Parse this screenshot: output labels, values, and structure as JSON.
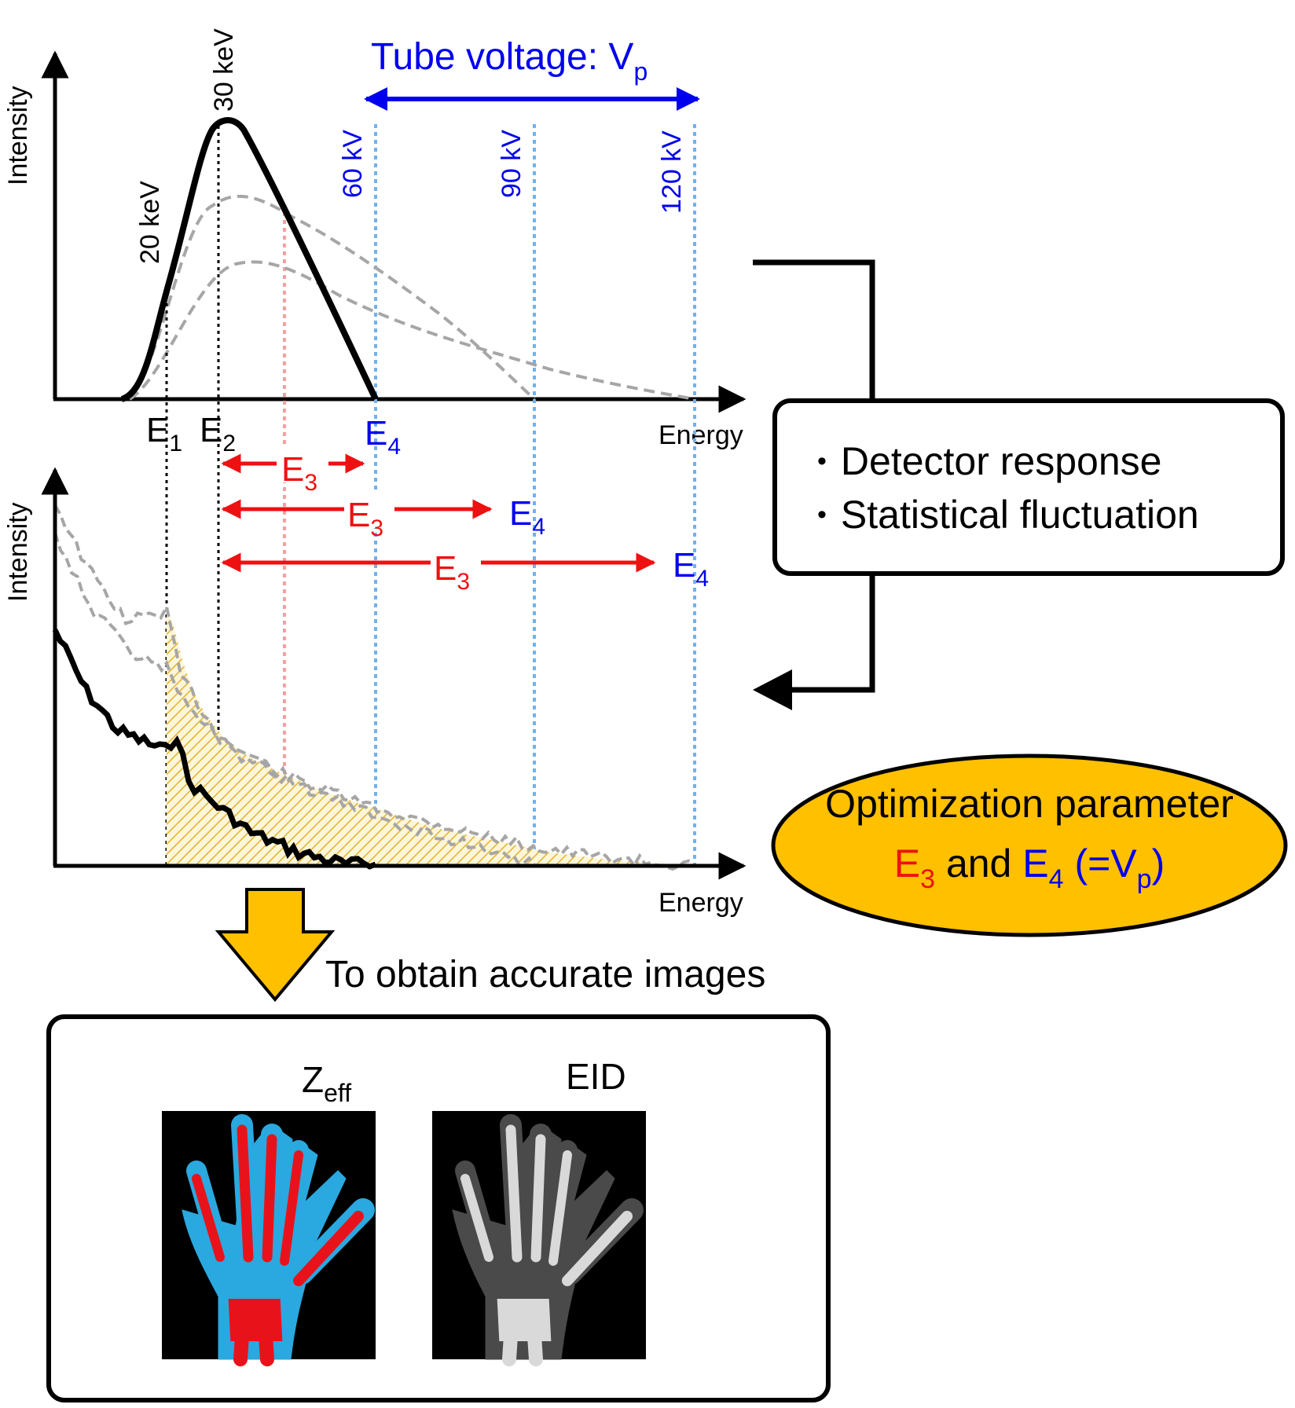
{
  "colors": {
    "black": "#000000",
    "gray_curve": "#a6a6a6",
    "red": "#ee1111",
    "blue": "#0000ee",
    "light_blue_dotted": "#6fb2f0",
    "pink_dotted": "#f4a0a0",
    "gold": "#ffc000",
    "hatch": "#e6b030"
  },
  "top_chart": {
    "y_axis_label": "Intensity",
    "x_axis_label": "Energy",
    "peak_label": "30 keV",
    "low_label": "20 keV",
    "tube_voltage_label": "Tube voltage: V",
    "tube_voltage_sub": "p",
    "kv_labels": [
      "60 kV",
      "90 kV",
      "120 kV"
    ],
    "e1": "E",
    "e1_sub": "1",
    "e2": "E",
    "e2_sub": "2",
    "e4": "E",
    "e4_sub": "4"
  },
  "middle_labels": {
    "e3": "E",
    "e3_sub": "3",
    "e4": "E",
    "e4_sub": "4"
  },
  "bottom_chart": {
    "y_axis_label": "Intensity",
    "x_axis_label": "Energy"
  },
  "detector_box": {
    "bullets": [
      "Detector response",
      "Statistical fluctuation"
    ],
    "bullet_char": "•"
  },
  "optimization": {
    "title": "Optimization parameter",
    "line2_e3": "E",
    "line2_e3_sub": "3",
    "line2_and": " and ",
    "line2_e4": "E",
    "line2_e4_sub": "4",
    "line2_vp_open": " (=V",
    "line2_vp_sub": "p",
    "line2_vp_close": ")"
  },
  "arrow_caption": "To obtain accurate images",
  "images_box": {
    "zeff_label": "Z",
    "zeff_sub": "eff",
    "eid_label": "EID"
  }
}
